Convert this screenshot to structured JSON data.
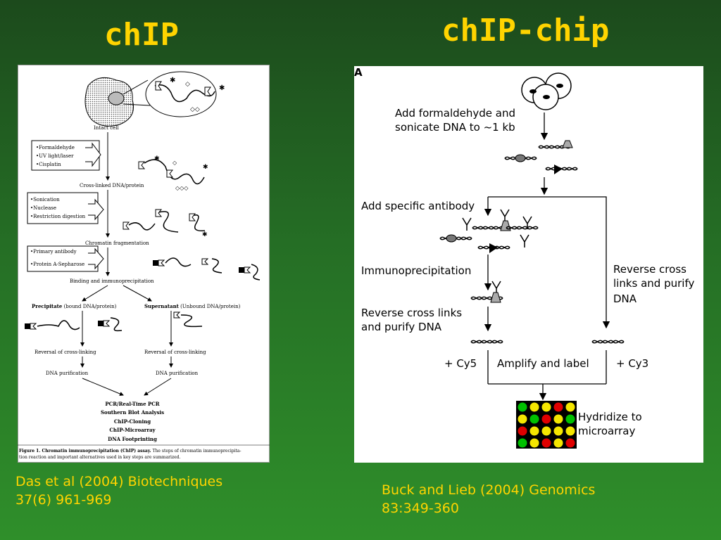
{
  "slide": {
    "left_title": "chIP",
    "right_title": "chIP-chip",
    "left_citation_line1": "Das et al (2004) Biotechniques",
    "left_citation_line2": "37(6) 961-969",
    "right_citation_line1": "Buck and Lieb (2004) Genomics",
    "right_citation_line2": "83:349-360"
  },
  "left_figure": {
    "intact_cell": "Intact cell",
    "reagents1": [
      "•Formaldehyde",
      "•UV light/laser",
      "•Cisplatin"
    ],
    "crosslinked": "Cross-linked DNA/protein",
    "reagents2": [
      "•Sonication",
      "•Nuclease",
      "•Restriction digestion"
    ],
    "fragmentation": "Chromatin fragmentation",
    "reagents3": [
      "•Primary antibody",
      "•Protein A-Sepharose"
    ],
    "binding": "Binding and immunoprecipitation",
    "precipitate_bold": "Precipitate",
    "precipitate_rest": " (bound DNA/protein)",
    "supernatant_bold": "Supernatant",
    "supernatant_rest": " (Unbound DNA/protein)",
    "reversal": "Reversal of cross-linking",
    "purification": "DNA purification",
    "methods": [
      "PCR/Real-Time PCR",
      "Southern Blot Analysis",
      "ChIP-Cloning",
      "ChIP-Microarray",
      "DNA Footprinting"
    ],
    "caption_bold": "Figure 1. Chromatin immunoprecipitation (ChIP) assay.",
    "caption_rest": " The steps of chromatin immunoprecipita-",
    "caption_line2": "tion reaction and important alternatives used in key steps are summarized."
  },
  "right_figure": {
    "panel_label": "A",
    "step1_line1": "Add formaldehyde and",
    "step1_line2": "sonicate DNA to ~1 kb",
    "step2": "Add specific antibody",
    "step3": "Immunoprecipitation",
    "step4_line1": "Reverse cross links",
    "step4_line2": "and purify DNA",
    "side_line1": "Reverse cross",
    "side_line2": "links and purify",
    "side_line3": "DNA",
    "cy5": "+ Cy5",
    "amplify": "Amplify and label",
    "cy3": "+ Cy3",
    "final_line1": "Hydridize to",
    "final_line2": "microarray",
    "colors": {
      "red": "#e00000",
      "yellow": "#f5e600",
      "green": "#00c000"
    }
  }
}
